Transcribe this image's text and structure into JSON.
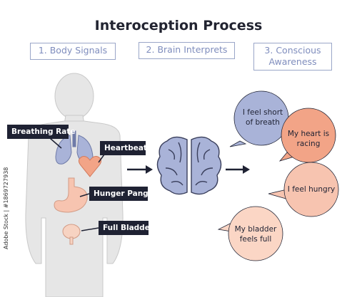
{
  "title": "Interoception Process",
  "steps": [
    {
      "label": "1. Body Signals"
    },
    {
      "label": "2. Brain Interprets"
    },
    {
      "label": "3. Conscious Awareness"
    }
  ],
  "body_labels": {
    "breathing": "Breathing Rate",
    "heartbeat": "Heartbeat",
    "hunger": "Hunger Pangs",
    "bladder": "Full Bladder"
  },
  "bubbles": [
    {
      "text": "I feel short of breath",
      "color": "#a9b3d8"
    },
    {
      "text": "My heart is racing",
      "color": "#f2a487"
    },
    {
      "text": "I feel hungry",
      "color": "#f7c4b0"
    },
    {
      "text": "My bladder feels full",
      "color": "#fbd6c5"
    }
  ],
  "watermark": "Adobe Stock | #1869727938",
  "colors": {
    "body": "#e6e6e6",
    "organ_blue": "#a9b3d8",
    "organ_salmon": "#f2a487",
    "label_bg": "#1f2233",
    "step_border": "#9aa6c8",
    "step_text": "#7f8dbd"
  }
}
